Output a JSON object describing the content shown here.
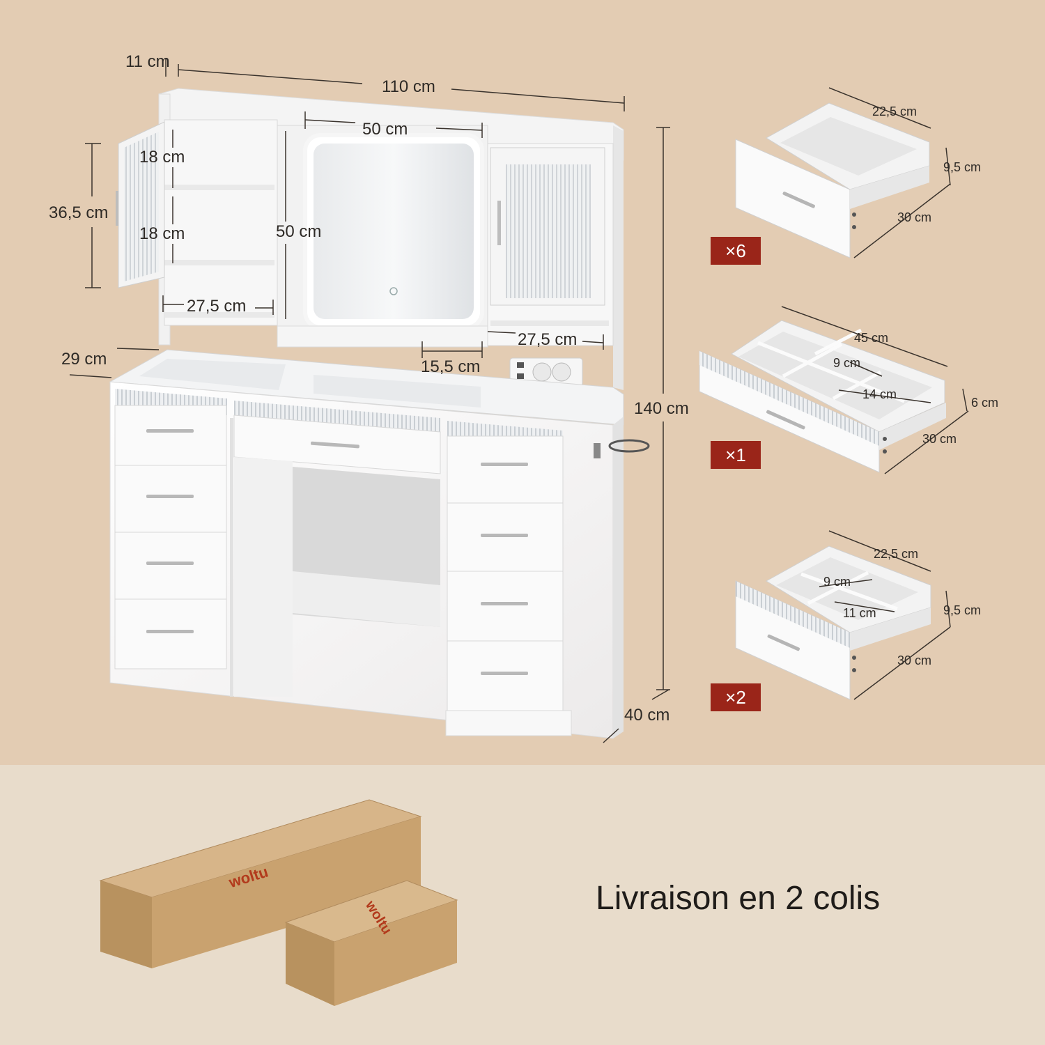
{
  "dimensions": {
    "depth_top": "11 cm",
    "width_total": "110 cm",
    "mirror_width": "50 cm",
    "mirror_height": "50 cm",
    "door_height": "36,5 cm",
    "shelf_upper": "18 cm",
    "shelf_lower": "18 cm",
    "shelf_width_left": "27,5 cm",
    "shelf_width_right": "27,5 cm",
    "desk_depth_step": "29 cm",
    "tray_width": "15,5 cm",
    "height_total": "140 cm",
    "depth_total": "40 cm"
  },
  "drawers": [
    {
      "width": "22,5 cm",
      "height": "9,5 cm",
      "depth": "30 cm",
      "quantity": "×6"
    },
    {
      "width": "45 cm",
      "compartment_a": "9 cm",
      "compartment_b": "14 cm",
      "height": "6 cm",
      "depth": "30 cm",
      "quantity": "×1"
    },
    {
      "width": "22,5 cm",
      "compartment_a": "9 cm",
      "compartment_b": "11 cm",
      "height": "9,5 cm",
      "depth": "30 cm",
      "quantity": "×2"
    }
  ],
  "brand": "woltu",
  "delivery_text": "Livraison en 2 colis",
  "colors": {
    "top_background": "#e3ccb3",
    "bottom_background": "#e8dccb",
    "badge": "#9a2519",
    "box": "#c8a273"
  }
}
